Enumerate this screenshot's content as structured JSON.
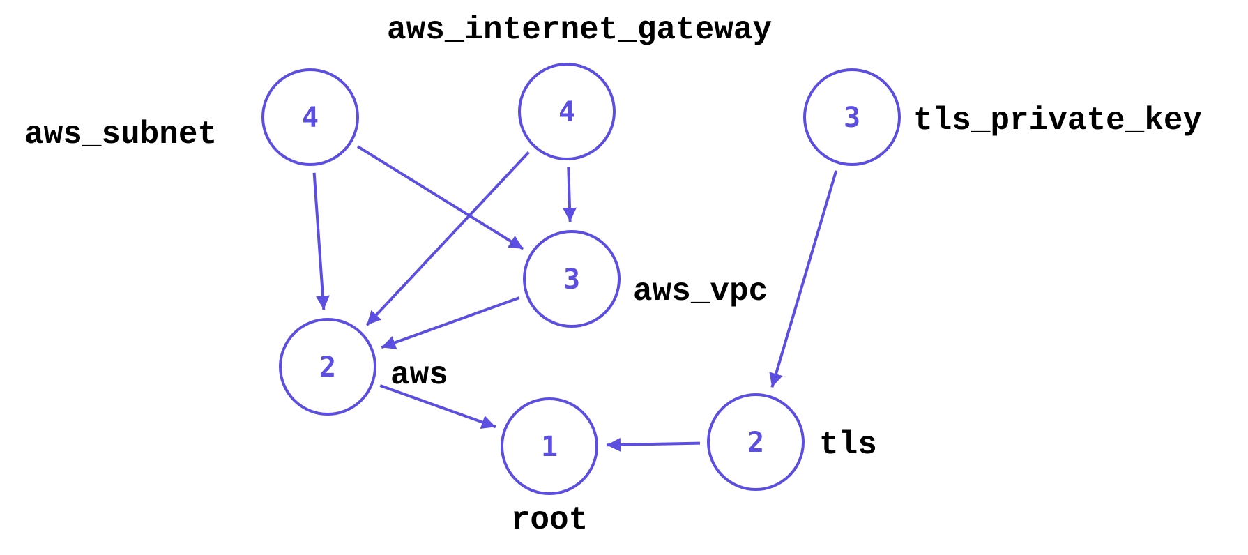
{
  "diagram": {
    "accent_color": "#5b4ee0",
    "label_color": "#000000",
    "nodes": [
      {
        "id": "aws_internet_gateway",
        "label": "aws_internet_gateway",
        "value": "4"
      },
      {
        "id": "aws_subnet",
        "label": "aws_subnet",
        "value": "4"
      },
      {
        "id": "tls_private_key",
        "label": "tls_private_key",
        "value": "3"
      },
      {
        "id": "aws_vpc",
        "label": "aws_vpc",
        "value": "3"
      },
      {
        "id": "aws",
        "label": "aws",
        "value": "2"
      },
      {
        "id": "tls",
        "label": "tls",
        "value": "2"
      },
      {
        "id": "root",
        "label": "root",
        "value": "1"
      }
    ],
    "edges": [
      {
        "from": "aws_subnet",
        "to": "aws"
      },
      {
        "from": "aws_subnet",
        "to": "aws_vpc"
      },
      {
        "from": "aws_internet_gateway",
        "to": "aws"
      },
      {
        "from": "aws_internet_gateway",
        "to": "aws_vpc"
      },
      {
        "from": "aws_vpc",
        "to": "aws"
      },
      {
        "from": "aws",
        "to": "root"
      },
      {
        "from": "tls",
        "to": "root"
      },
      {
        "from": "tls_private_key",
        "to": "tls"
      }
    ]
  }
}
